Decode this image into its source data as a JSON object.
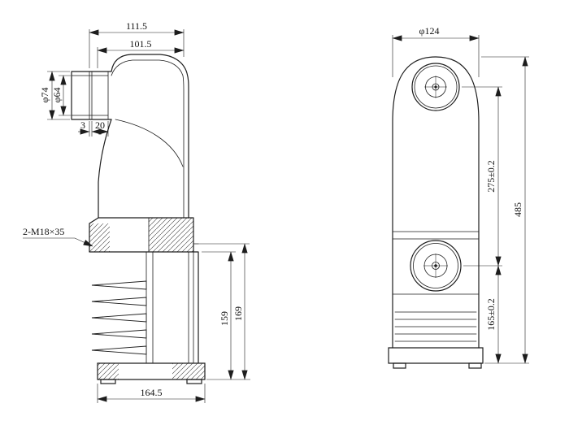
{
  "page": {
    "background": "#ffffff",
    "line_color": "#1d1d1d"
  },
  "side_view": {
    "dims": {
      "total_width": "111.5",
      "inner_width": "101.5",
      "outer_diameter": "φ74",
      "inner_diameter": "φ64",
      "flange_gap": "3",
      "collar_width": "20",
      "thread_note": "2-M18×35",
      "inner_height": "159",
      "outer_height": "169",
      "base_width": "164.5"
    }
  },
  "front_view": {
    "dims": {
      "top_diameter": "φ124",
      "center_distance": "275±0.2",
      "total_height": "485",
      "lower_height": "165±0.2"
    }
  }
}
